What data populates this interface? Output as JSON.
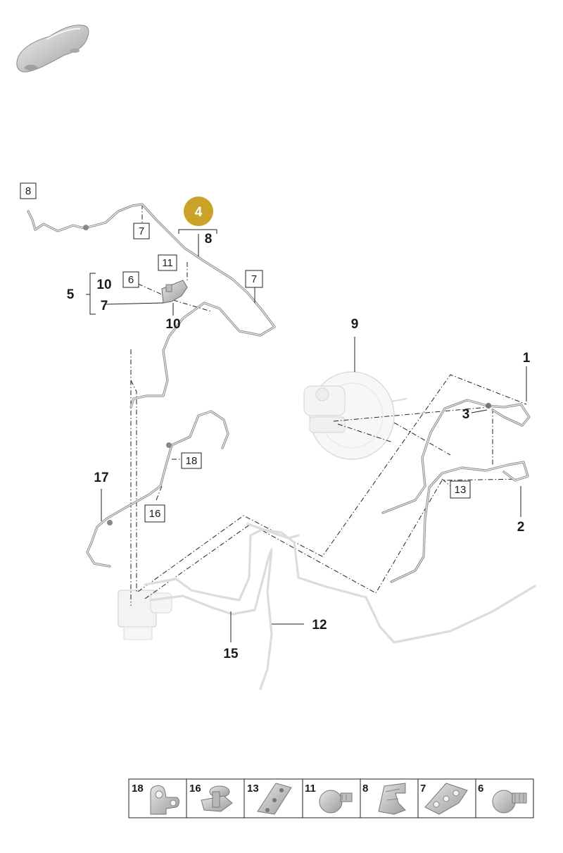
{
  "highlight": {
    "label": "4",
    "color": "#c9a227"
  },
  "callouts": {
    "n1": "1",
    "n2": "2",
    "n3": "3",
    "n5": "5",
    "n7": "7",
    "n8": "8",
    "n9": "9",
    "n10a": "10",
    "n10b": "10",
    "n12": "12",
    "n15": "15",
    "n17": "17"
  },
  "boxed": {
    "b8": "8",
    "b7a": "7",
    "b7b": "7",
    "b11": "11",
    "b6": "6",
    "b18": "18",
    "b16": "16",
    "b13": "13"
  },
  "legend": {
    "cells": [
      {
        "label": "18",
        "icon": "clip-double-icon"
      },
      {
        "label": "16",
        "icon": "clip-holder-icon"
      },
      {
        "label": "13",
        "icon": "bracket-plate-icon"
      },
      {
        "label": "11",
        "icon": "bolt-icon"
      },
      {
        "label": "8",
        "icon": "spring-clip-icon"
      },
      {
        "label": "7",
        "icon": "pipe-clip-icon"
      },
      {
        "label": "6",
        "icon": "screw-icon"
      }
    ]
  }
}
